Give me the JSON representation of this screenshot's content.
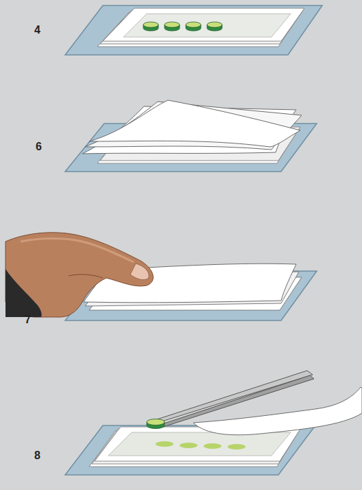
{
  "diagram": {
    "labels": [
      "4",
      "6",
      "7",
      "8"
    ]
  }
}
